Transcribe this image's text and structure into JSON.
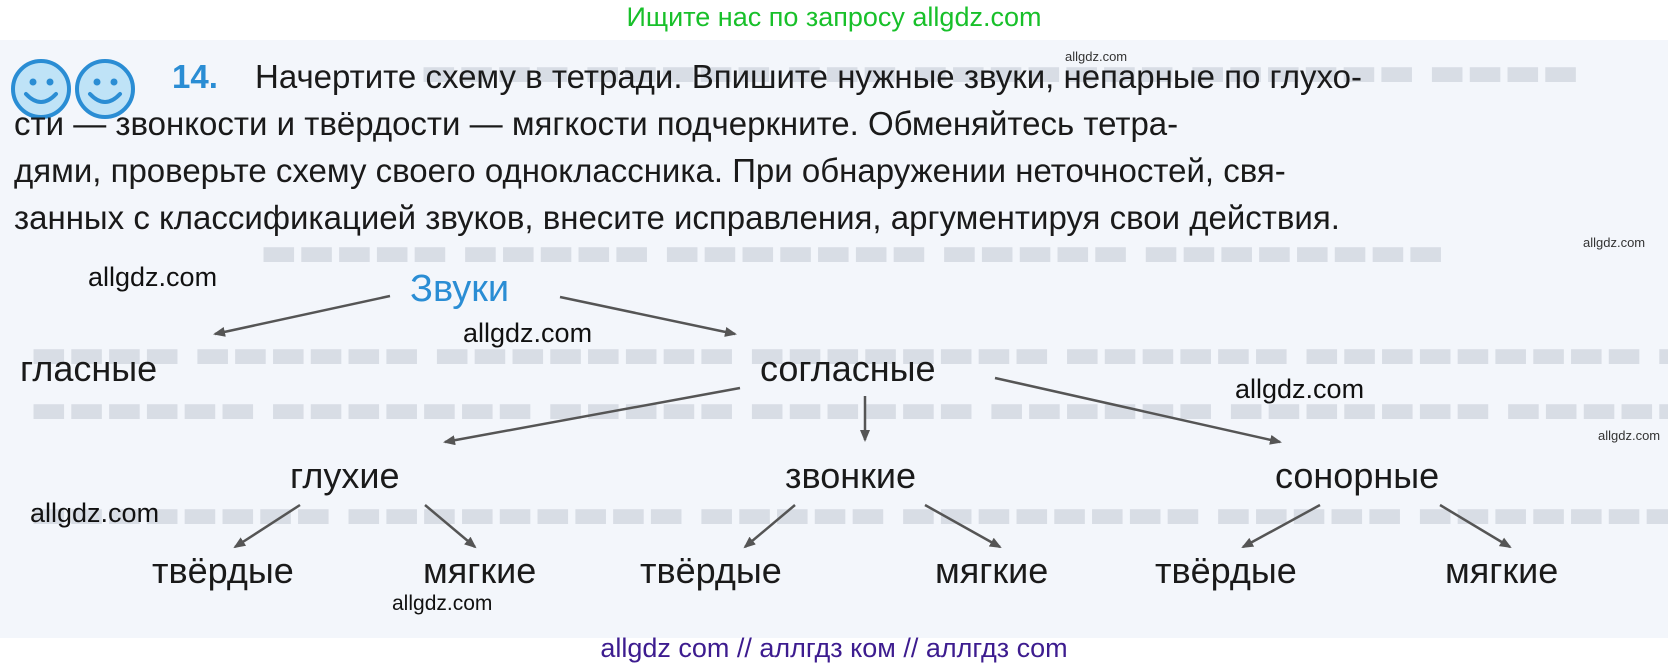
{
  "banners": {
    "top": "Ищите нас по запросу allgdz.com",
    "bottom": "allgdz com  //  аллгдз ком  //  аллгдз com"
  },
  "task": {
    "number": "14.",
    "lines": [
      "Начертите схему в тетради. Впишите нужные звуки, непарные по глухо-",
      "сти — звонкости и твёрдости — мягкости подчеркните. Обменяйтесь тетра-",
      "дями, проверьте схему своего одноклассника. При обнаружении неточностей, свя-",
      "занных с классификацией звуков, внесите исправления, аргументируя свои действия."
    ]
  },
  "icons": [
    "smiley-icon",
    "smiley-icon"
  ],
  "scheme": {
    "root": "Звуки",
    "level1": {
      "vowels": "гласные",
      "consonants": "согласные"
    },
    "level2": {
      "voiceless": "глухие",
      "voiced": "звонкие",
      "sonorant": "сонорные"
    },
    "leaves": {
      "voiceless_hard": "твёрдые",
      "voiceless_soft": "мягкие",
      "voiced_hard": "твёрдые",
      "voiced_soft": "мягкие",
      "sonorant_hard": "твёрдые",
      "sonorant_soft": "мягкие"
    }
  },
  "watermarks": {
    "small": "allgdz.com",
    "large": "allgdz.com"
  },
  "colors": {
    "banner_green": "#18c02a",
    "banner_purple": "#3d1c8f",
    "accent_blue": "#2a8dd4",
    "text": "#1a1a1a"
  }
}
